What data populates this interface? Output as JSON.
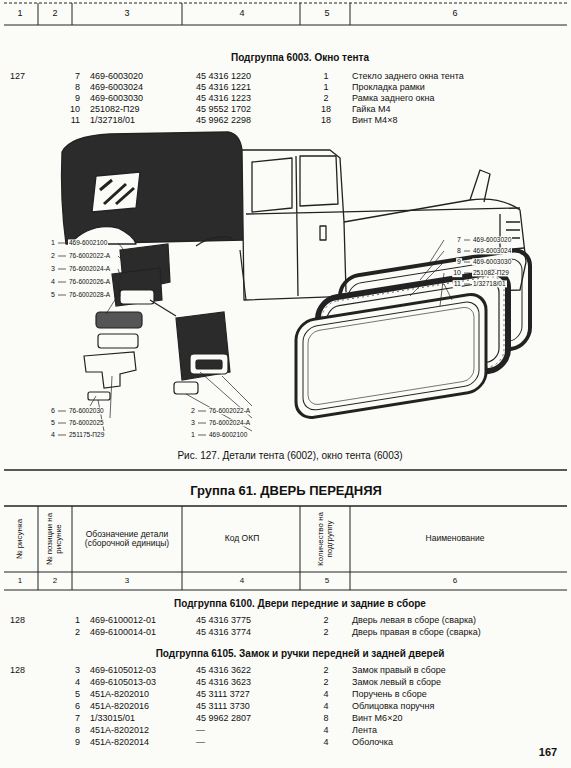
{
  "diagram": {
    "title": "Группа 61. ДВЕРЬ ПЕРЕДНЯЯ",
    "caption": "Рис. 127. Детали тента (6002), окно тента (6003)",
    "labels": [
      "1",
      "2",
      "3",
      "4",
      "5",
      "6",
      "Подгруппа 6003. Окно тента",
      "127",
      "7",
      "469-6003020",
      "45 4316 1220",
      "1",
      "Стекло заднего окна тента",
      "8",
      "469-6003024",
      "45 4316 1221",
      "1",
      "Прокладка рамки",
      "9",
      "469-6003030",
      "45 4316 1223",
      "2",
      "Рамка заднего окна",
      "10",
      "251082-П29",
      "45 9552 1702",
      "18",
      "Гайка М4",
      "11",
      "1/32718/01",
      "45 9962 2298",
      "18",
      "Винт М4×8",
      "1",
      "469-6002100",
      "2",
      "76-6002022-А",
      "3",
      "76-6002024-А",
      "4",
      "76-6002026-А",
      "5",
      "76-6002028-А",
      "6",
      "76-6002030",
      "5",
      "76-6002025",
      "4",
      "251175-П29",
      "2",
      "76-6002022-А",
      "3",
      "76-6002024-А",
      "1",
      "469-6002100",
      "7",
      "469-6003020",
      "8",
      "469-6003024",
      "9",
      "469-6003030",
      "10",
      "251082-П29",
      "11",
      "1/32718/01",
      "№ рисунка",
      "№ позиции на рисунке",
      "Обозначение детали (сборочной единицы)",
      "Код ОКП",
      "Количество на подгруппу",
      "Наименование",
      "1",
      "2",
      "3",
      "4",
      "5",
      "6",
      "Подгруппа 6100. Двери передние и задние в сборе",
      "128",
      "1",
      "469-6100012-01",
      "45 4316 3775",
      "2",
      "Дверь левая в сборе (сварка)",
      "2",
      "469-6100014-01",
      "45 4316 3774",
      "2",
      "Дверь правая в сборе (сварка)",
      "Подгруппа 6105. Замок и ручки передней и задней дверей",
      "128",
      "3",
      "469-6105012-03",
      "45 4316 3622",
      "2",
      "Замок правый в сборе",
      "4",
      "469-6105013-03",
      "45 4316 3623",
      "2",
      "Замок левый в сборе",
      "5",
      "451А-8202010",
      "45 3111 3727",
      "4",
      "Поручень в сборе",
      "6",
      "451А-8202016",
      "45 3111 3730",
      "4",
      "Облицовка поручня",
      "7",
      "1/33015/01",
      "45 9962 2807",
      "8",
      "Винт М6×20",
      "8",
      "451А-8202012",
      "—",
      "4",
      "Лента",
      "9",
      "451А-8202014",
      "—",
      "4",
      "Оболочка",
      "167"
    ]
  }
}
